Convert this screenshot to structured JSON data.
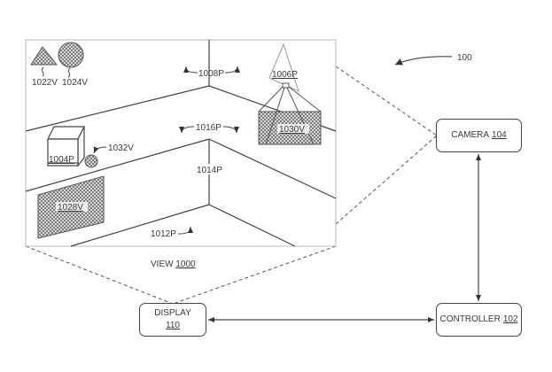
{
  "figure": {
    "system_ref": "100",
    "view": {
      "label": "VIEW",
      "ref": "1000"
    },
    "blocks": {
      "camera": {
        "label": "CAMERA",
        "ref": "104"
      },
      "controller": {
        "label": "CONTROLLER",
        "ref": "102"
      },
      "display": {
        "label": "DISPLAY",
        "ref": "110"
      }
    },
    "scene_labels": {
      "triangle": "1022V",
      "circle": "1024V",
      "ceiling": "1008P",
      "projector": "1006P",
      "projection": "1030V",
      "wall_upper": "1016P",
      "cube": "1004P",
      "small_sphere": "1032V",
      "corner": "1014P",
      "poster": "1028V",
      "floor": "1012P"
    },
    "connections": [
      {
        "from": "camera",
        "to": "controller",
        "type": "bidirectional"
      },
      {
        "from": "display",
        "to": "controller",
        "type": "bidirectional"
      },
      {
        "from": "camera",
        "to": "view",
        "type": "dashed-field-of-view"
      },
      {
        "from": "display",
        "to": "view",
        "type": "dashed-field-of-view"
      }
    ]
  }
}
